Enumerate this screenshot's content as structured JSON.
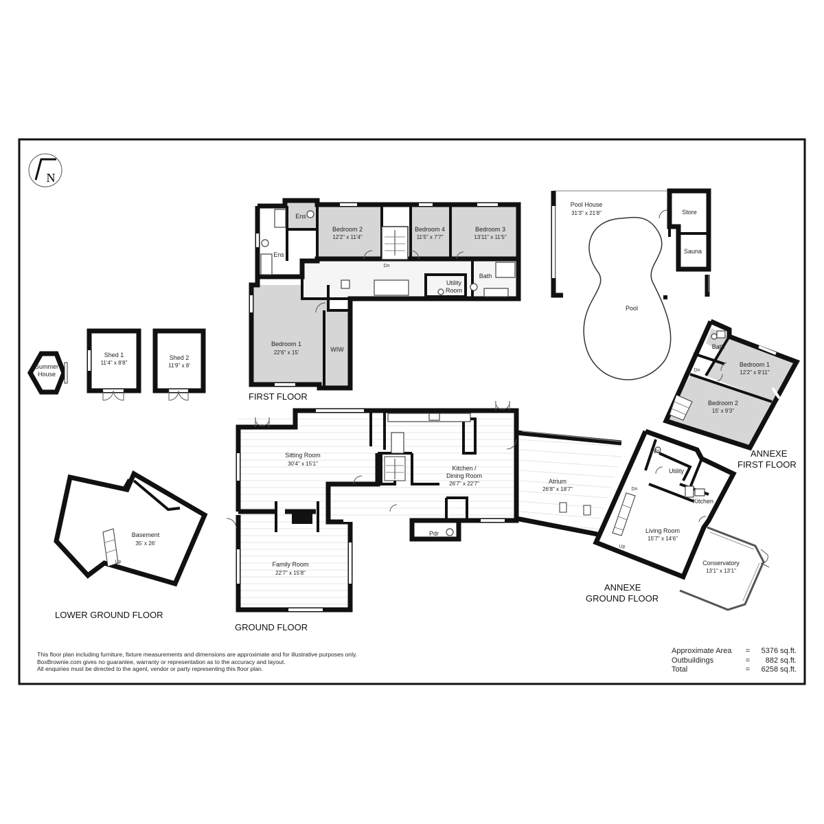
{
  "compass": {
    "letter": "N",
    "icon": "north-arrow-icon"
  },
  "floors": {
    "first": "FIRST FLOOR",
    "ground": "GROUND FLOOR",
    "lower_ground": "LOWER GROUND FLOOR",
    "annexe_first_1": "ANNEXE",
    "annexe_first_2": "FIRST FLOOR",
    "annexe_ground_1": "ANNEXE",
    "annexe_ground_2": "GROUND FLOOR"
  },
  "rooms": {
    "bedroom2": {
      "name": "Bedroom 2",
      "dim": "12'2\" x 11'4\""
    },
    "bedroom4": {
      "name": "Bedroom 4",
      "dim": "11'5\" x 7'7\""
    },
    "bedroom3": {
      "name": "Bedroom 3",
      "dim": "13'11\" x 11'5\""
    },
    "bedroom1": {
      "name": "Bedroom 1",
      "dim": "22'6\" x 15'"
    },
    "ens_a": {
      "name": "Ens"
    },
    "ens_b": {
      "name": "Ens"
    },
    "bath": {
      "name": "Bath"
    },
    "utility_room_1": {
      "name": "Utility"
    },
    "utility_room_2": {
      "name": "Room"
    },
    "wiw": {
      "name": "WIW"
    },
    "dn_first": {
      "name": "Dn"
    },
    "pool_house": {
      "name": "Pool House",
      "dim": "31'3\" x 21'8\""
    },
    "store": {
      "name": "Store"
    },
    "sauna": {
      "name": "Sauna"
    },
    "pool": {
      "name": "Pool"
    },
    "annexe_bedroom1": {
      "name": "Bedroom 1",
      "dim": "12'2\" x 9'11\""
    },
    "annexe_bedroom2": {
      "name": "Bedroom 2",
      "dim": "15' x 9'3\""
    },
    "annexe_bath": {
      "name": "Bath"
    },
    "annexe_dn": {
      "name": "Dn"
    },
    "summer_house_1": {
      "name": "Summer"
    },
    "summer_house_2": {
      "name": "House"
    },
    "shed1": {
      "name": "Shed 1",
      "dim": "11'4\" x 8'8\""
    },
    "shed2": {
      "name": "Shed 2",
      "dim": "11'9\" x 8'"
    },
    "sitting_room": {
      "name": "Sitting Room",
      "dim": "30'4\" x 15'1\""
    },
    "kitchen_dining_1": {
      "name": "Kitchen /"
    },
    "kitchen_dining_2": {
      "name": "Dining Room",
      "dim": "26'7\" x 22'7\""
    },
    "family_room": {
      "name": "Family Room",
      "dim": "22'7\" x 15'8\""
    },
    "pdr": {
      "name": "Pdr"
    },
    "atrium": {
      "name": "Atrium",
      "dim": "26'8\" x 18'7\""
    },
    "wc": {
      "name": "Wc"
    },
    "utility": {
      "name": "Utility"
    },
    "kitchen": {
      "name": "Kitchen"
    },
    "living_room": {
      "name": "Living Room",
      "dim": "15'7\" x 14'6\""
    },
    "conservatory": {
      "name": "Conservatory",
      "dim": "13'1\" x 13'1\""
    },
    "annexe_ground_dn": {
      "name": "Dn"
    },
    "annexe_ground_up": {
      "name": "Up"
    },
    "basement": {
      "name": "Basement",
      "dim": "35' x 26'"
    },
    "basement_up": {
      "name": "Up"
    }
  },
  "disclaimer": [
    "This floor plan including furniture, fixture measurements and dimensions are approximate and for illustrative purposes only.",
    "BoxBrownie.com gives no guarantee, warranty or representation as to the accuracy and layout.",
    "All enquiries must be directed to the agent, vendor or party representing this floor plan."
  ],
  "areas": [
    {
      "label": "Approximate Area",
      "eq": "=",
      "value": "5376 sq.ft."
    },
    {
      "label": "Outbuildings",
      "eq": "=",
      "value": "882 sq.ft."
    },
    {
      "label": "Total",
      "eq": "=",
      "value": "6258 sq.ft."
    }
  ],
  "colors": {
    "walls": "#111111",
    "shaded_floor": "#d6d6d6",
    "background": "#ffffff"
  }
}
